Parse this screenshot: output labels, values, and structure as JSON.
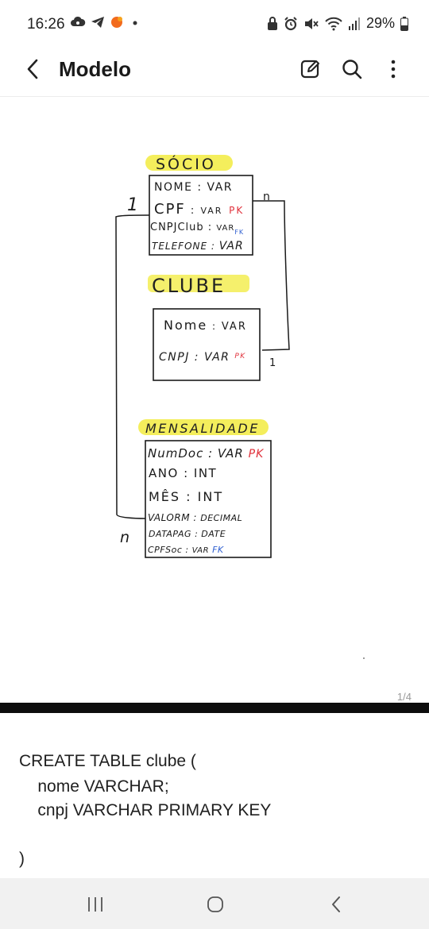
{
  "status_bar": {
    "time": "16:26",
    "battery": "29%",
    "left_icons": [
      "cloud-icon",
      "telegram-icon",
      "notification-dot-icon",
      "dot-icon"
    ],
    "right_icons": [
      "lock-icon",
      "alarm-icon",
      "mute-icon",
      "wifi-icon",
      "signal-icon",
      "battery-icon"
    ]
  },
  "app_bar": {
    "title": "Modelo",
    "actions": [
      "edit-icon",
      "search-icon",
      "more-icon"
    ]
  },
  "drawing": {
    "socio": {
      "title": "SÓCIO",
      "fields": [
        {
          "name": "NOME",
          "type": "VAR",
          "key": ""
        },
        {
          "name": "CPF",
          "type": "VAR",
          "key": "PK"
        },
        {
          "name": "CNPJClub",
          "type": "VAR",
          "key": "FK"
        },
        {
          "name": "TELEFONE",
          "type": "VAR",
          "key": ""
        }
      ]
    },
    "clube": {
      "title": "CLUBE",
      "fields": [
        {
          "name": "Nome",
          "type": "VAR",
          "key": ""
        },
        {
          "name": "CNPJ",
          "type": "VAR",
          "key": "PK"
        }
      ]
    },
    "mensalidade": {
      "title": "MENSALIDADE",
      "fields": [
        {
          "name": "NumDoc",
          "type": "VAR",
          "key": "PK"
        },
        {
          "name": "ANO",
          "type": "INT",
          "key": ""
        },
        {
          "name": "MÊS",
          "type": "INT",
          "key": ""
        },
        {
          "name": "VALORM",
          "type": "DECIMAL",
          "key": ""
        },
        {
          "name": "DATAPAG",
          "type": "DATE",
          "key": ""
        },
        {
          "name": "CPFSoc",
          "type": "VAR",
          "key": "FK"
        }
      ]
    },
    "cardinality": {
      "socio_left": "1",
      "socio_right": "n",
      "clube_right": "1",
      "mensalidade_left": "n"
    },
    "colors": {
      "highlighter": "#f4ee5c",
      "pk": "#e0303a",
      "fk": "#2f5fd0",
      "ink": "#1a1a1a"
    }
  },
  "page_indicator": "1/4",
  "text_note": {
    "lines": [
      "CREATE TABLE clube (",
      "    nome VARCHAR;",
      "    cnpj VARCHAR PRIMARY KEY",
      ")"
    ]
  },
  "nav_bar": {
    "buttons": [
      "recent-apps-icon",
      "home-icon",
      "back-icon"
    ]
  }
}
